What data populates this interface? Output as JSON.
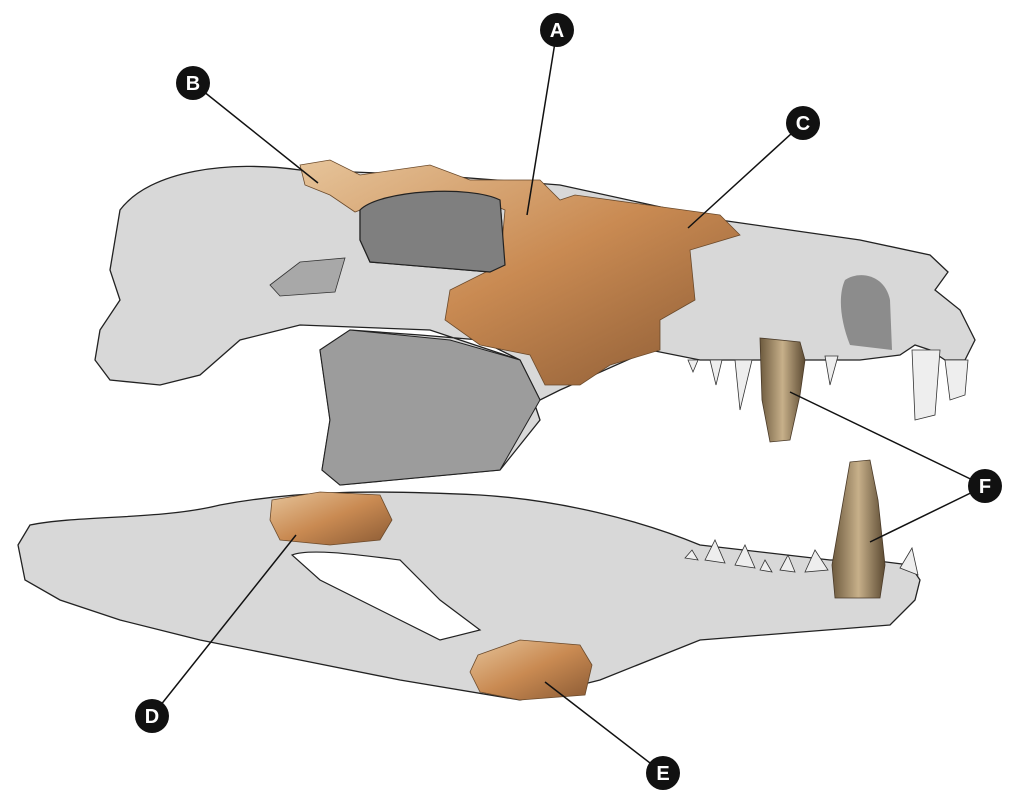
{
  "labels": {
    "A": "A",
    "B": "B",
    "C": "C",
    "D": "D",
    "E": "E",
    "F": "F"
  },
  "colors": {
    "bone_outline": "#d8d8d8",
    "fossil": "#c98a52",
    "fossil_light": "#e8c9a0",
    "orbit": "#8a8a8a",
    "label_bg": "#111111"
  }
}
